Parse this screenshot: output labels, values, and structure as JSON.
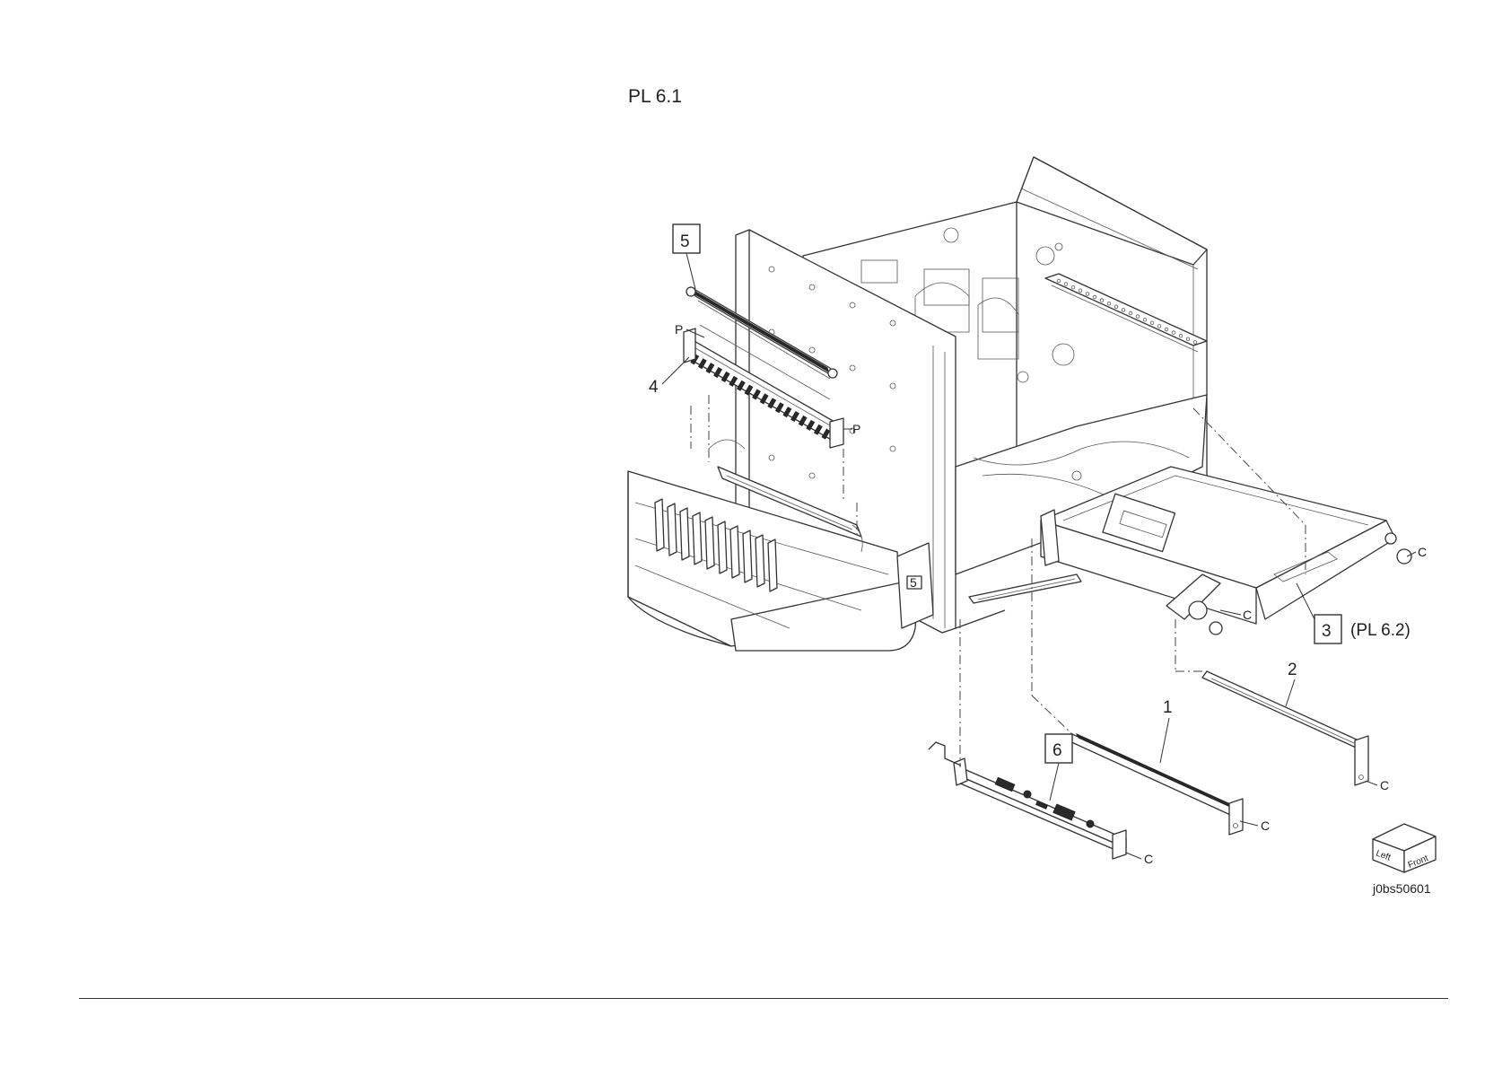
{
  "page": {
    "title": "PL 6.1",
    "figure_id": "j0bs50601"
  },
  "callouts": {
    "item_1": "1",
    "item_2": "2",
    "item_3": "3",
    "item_3_ref": "(PL 6.2)",
    "item_4": "4",
    "item_5": "5",
    "item_6": "6"
  },
  "markers": {
    "p": "P",
    "c": "C"
  },
  "orientation": {
    "left": "Left",
    "front": "Front"
  },
  "panel_badge": "5"
}
